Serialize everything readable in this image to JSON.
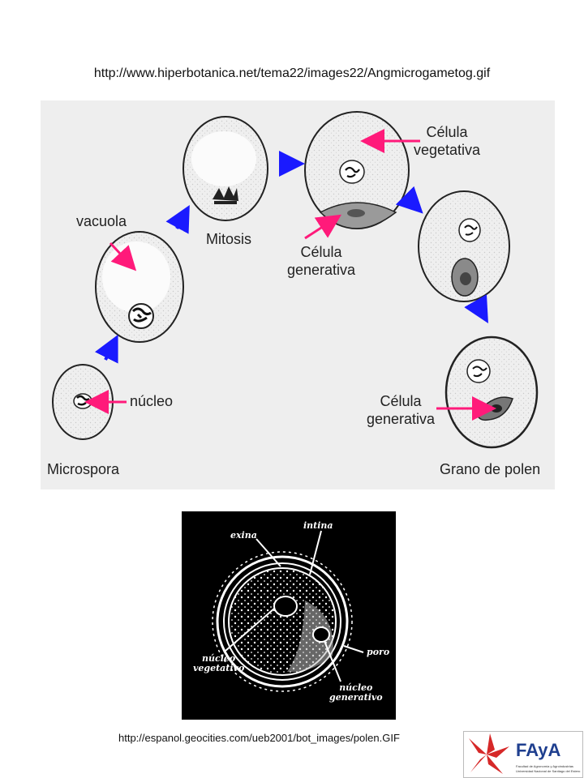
{
  "source_urls": {
    "top": "http://www.hiperbotanica.net/tema22/images22/Angmicrogametog.gif",
    "bottom": "http://espanol.geocities.com/ueb2001/bot_images/polen.GIF"
  },
  "diagram": {
    "labels": {
      "vacuola": "vacuola",
      "mitosis": "Mitosis",
      "celula_vegetativa": [
        "Célula",
        "vegetativa"
      ],
      "celula_generativa_mid": [
        "Célula",
        "generativa"
      ],
      "nucleo": "núcleo",
      "microspora": "Microspora",
      "celula_generativa_right": [
        "Célula",
        "generativa"
      ],
      "grano_de_polen": "Grano de polen"
    },
    "colors": {
      "background": "#eeeeee",
      "cell_fill": "#f3f3f3",
      "arrow_blue": "#1a1aff",
      "pointer_pink": "#ff1a7a"
    }
  },
  "pollen_structure": {
    "labels": {
      "exina": "exina",
      "intina": "intina",
      "nucleo_vegetativo": [
        "núcleo",
        "vegetativo"
      ],
      "poro": "poro",
      "nucleo_generativo": [
        "núcleo",
        "generativo"
      ]
    }
  },
  "logo": {
    "text": "FAyA",
    "subtitle": [
      "Facultad de Agronomía y Agroindustrias",
      "Universidad Nacional de Santiago del Estero"
    ],
    "colors": {
      "brand_red": "#d62828",
      "brand_blue": "#1f3f8f"
    }
  }
}
